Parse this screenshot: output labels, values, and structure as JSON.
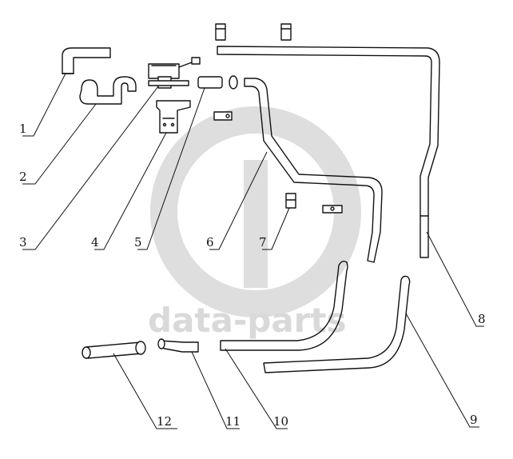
{
  "watermark": {
    "text": "data-parts",
    "color": "#d9d9d9"
  },
  "callouts": [
    {
      "label": "1"
    },
    {
      "label": "2"
    },
    {
      "label": "3"
    },
    {
      "label": "4"
    },
    {
      "label": "5"
    },
    {
      "label": "6"
    },
    {
      "label": "7"
    },
    {
      "label": "8"
    },
    {
      "label": "9"
    },
    {
      "label": "10"
    },
    {
      "label": "11"
    },
    {
      "label": "12"
    }
  ],
  "colors": {
    "line": "#111111",
    "background": "#ffffff"
  }
}
